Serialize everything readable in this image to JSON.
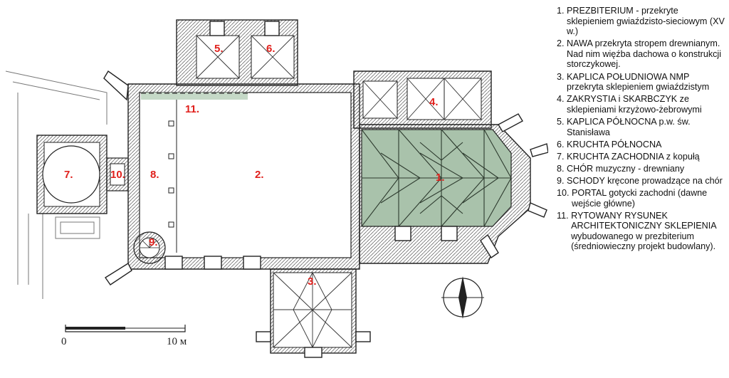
{
  "plan_numbers": {
    "n1": "1.",
    "n2": "2.",
    "n3": "3.",
    "n4": "4.",
    "n5": "5.",
    "n6": "6.",
    "n7": "7.",
    "n8": "8.",
    "n9": "9.",
    "n10": "10.",
    "n11": "11."
  },
  "scale": {
    "start": "0",
    "end": "10 м"
  },
  "colors": {
    "presbytery_fill": "#a9c2ab",
    "number_red": "#e0201c"
  },
  "legend": [
    {
      "n": "1. ",
      "text": "PREZBITERIUM - przekryte sklepieniem gwiaździsto-sieciowym (XV w.)"
    },
    {
      "n": "2. ",
      "text": "NAWA przekryta stropem drewnianym. Nad nim więźba dachowa o konstrukcji storczykowej."
    },
    {
      "n": "3. ",
      "text": "KAPLICA POŁUDNIOWA NMP przekryta sklepieniem gwiaździstym"
    },
    {
      "n": "4. ",
      "text": "ZAKRYSTIA i SKARBCZYK ze sklepieniami krzyżowo-żebrowymi"
    },
    {
      "n": "5. ",
      "text": "KAPLICA PÓŁNOCNA p.w. św. Stanisława"
    },
    {
      "n": "6. ",
      "text": "KRUCHTA PÓŁNOCNA"
    },
    {
      "n": "7. ",
      "text": "KRUCHTA ZACHODNIA z kopułą"
    },
    {
      "n": "8. ",
      "text": "CHÓR muzyczny - drewniany"
    },
    {
      "n": "9. ",
      "text": "SCHODY kręcone prowadzące na chór"
    },
    {
      "n": "10. ",
      "text": "PORTAL gotycki zachodni (dawne wejście główne)"
    },
    {
      "n": "11. ",
      "text": "RYTOWANY RYSUNEK ARCHITEKTONICZNY SKLEPIENIA wybudowanego w prezbiterium (średniowieczny projekt budowlany)."
    }
  ]
}
